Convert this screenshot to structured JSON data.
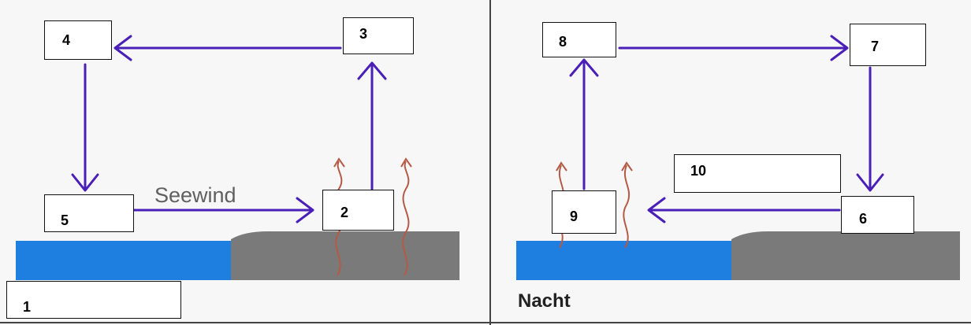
{
  "panels": {
    "day": {
      "wind_label": "Seewind"
    },
    "night": {
      "title": "Nacht"
    }
  },
  "boxes": [
    "1",
    "2",
    "3",
    "4",
    "5",
    "6",
    "7",
    "8",
    "9",
    "10"
  ],
  "colors": {
    "arrow": "#4a1fb8",
    "water": "#1e7fe0",
    "land": "#7a7a7a",
    "heat": "#b45a46",
    "divider": "#444444"
  }
}
